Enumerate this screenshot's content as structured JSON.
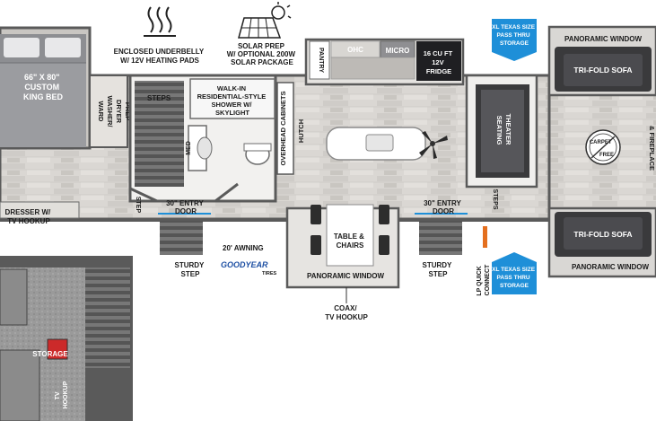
{
  "floorplan": {
    "features": {
      "heating": [
        "ENCLOSED UNDERBELLY",
        "W/ 12V HEATING PADS"
      ],
      "solar": [
        "SOLAR PREP",
        "W/ OPTIONAL 200W",
        "SOLAR PACKAGE"
      ]
    },
    "rooms": {
      "bed": [
        "66\" X 80\"",
        "CUSTOM",
        "KING BED"
      ],
      "ward": "WARD",
      "washer": "WASHER/",
      "dryer": "DRYER",
      "prep": "PREP",
      "steps_bath": "STEPS",
      "shower": [
        "WALK-IN",
        "RESIDENTIAL-STYLE",
        "SHOWER W/",
        "SKYLIGHT"
      ],
      "med": "MED",
      "overhead": "OVERHEAD CABINETS",
      "hutch": "HUTCH",
      "pantry": "PANTRY",
      "ohc": "OHC",
      "micro": "MICRO",
      "fridge": [
        "16 CU FT",
        "12V",
        "FRIDGE"
      ],
      "theater": [
        "THEATER",
        "SEATING"
      ],
      "sofa_top": "TRI-FOLD SOFA",
      "sofa_bottom": "TRI-FOLD SOFA",
      "window_top": "PANORAMIC WINDOW",
      "window_bottom": "PANORAMIC WINDOW",
      "window_dinette": "PANORAMIC WINDOW",
      "carpet": [
        "CARPET",
        "FREE"
      ],
      "fireplace": "& FIREPLACE",
      "storage_top": [
        "XL TEXAS SIZE",
        "PASS THRU",
        "STORAGE"
      ],
      "storage_bottom": [
        "XL TEXAS SIZE",
        "PASS THRU",
        "STORAGE"
      ],
      "dresser": [
        "DRESSER W/",
        "TV HOOKUP"
      ],
      "step_left": "STEP",
      "entry_left": [
        "30\" ENTRY",
        "DOOR"
      ],
      "entry_right": [
        "30\" ENTRY",
        "DOOR"
      ],
      "table": [
        "TABLE &",
        "CHAIRS"
      ],
      "awning": "20' AWNING",
      "sturdy_left": [
        "STURDY",
        "STEP"
      ],
      "sturdy_right": [
        "STURDY",
        "STEP"
      ],
      "steps_right": "STEPS",
      "coax": [
        "COAX/",
        "TV HOOKUP"
      ],
      "lp": [
        "LP QUICK",
        "CONNECT"
      ],
      "storage_lower": "STORAGE",
      "tv_lower": [
        "TV",
        "HOOKUP"
      ]
    },
    "brand": {
      "name": "GOODYEAR",
      "sub": "TIRES"
    },
    "colors": {
      "callout": "#1e8fd8",
      "wall": "#5a5a5a",
      "floor": "#d6d3cf",
      "sofa": "#3a3a3c",
      "bed": "#8d8e92"
    }
  }
}
